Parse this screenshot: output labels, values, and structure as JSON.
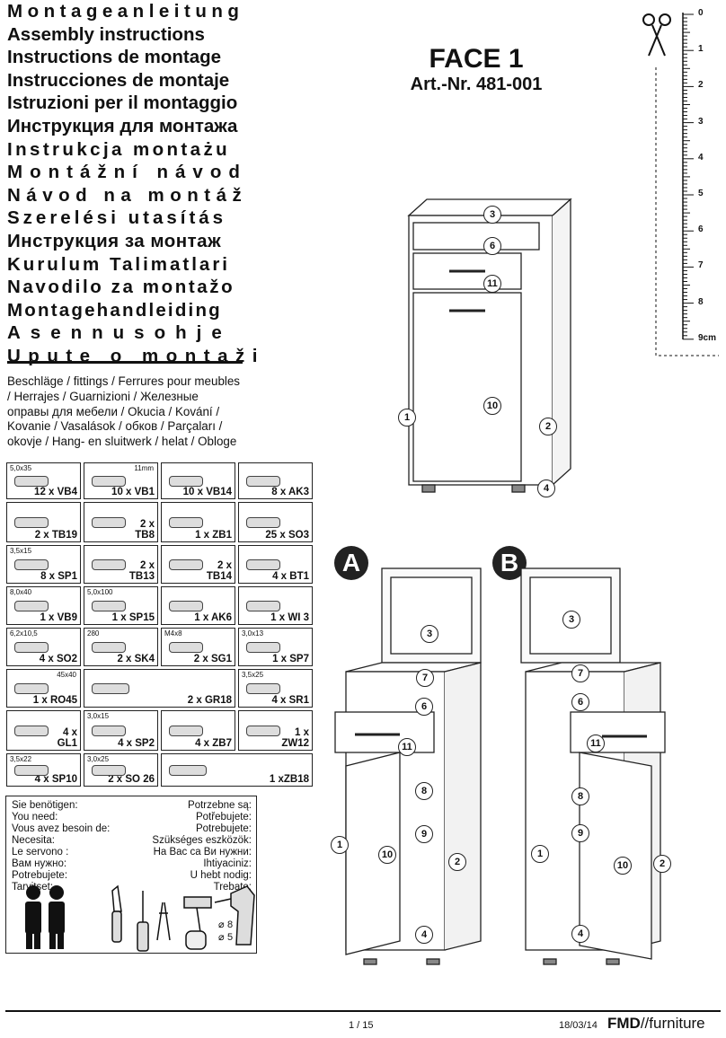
{
  "titles": [
    "Montageanleitung",
    "Assembly instructions",
    "Instructions de montage",
    "Instrucciones de montaje",
    "Istruzioni per il montaggio",
    "Инструкция для монтажа",
    "Instrukcja montażu",
    "Montážní návod",
    "Návod na montáž",
    "Szerelési utasítás",
    "Инструкция за монтаж",
    "Kurulum Talimatlari",
    "Navodilo za montažo",
    "Montagehandleiding",
    "Asennusohje",
    "Upute o montaži"
  ],
  "fittings_text": "Beschläge / fittings / Ferrures pour meubles / Herrajes / Guarnizioni / Железные оправы для мебели / Okucia / Kování / Kovanie / Vasalások / обков / Parçaları / okovje / Hang- en sluitwerk / helat / Obloge",
  "product": {
    "name": "FACE 1",
    "art_nr": "Art.-Nr. 481-001"
  },
  "fittings": [
    {
      "dim": "5,0x35",
      "qty": "12 x VB4"
    },
    {
      "dim": "11mm",
      "qty": "10 x VB1"
    },
    {
      "dim": "",
      "qty": "10 x VB14"
    },
    {
      "dim": "",
      "qty": "8 x AK3"
    },
    {
      "dim": "",
      "qty": "2 x TB19"
    },
    {
      "dim": "",
      "qty": "2 x\nTB8"
    },
    {
      "dim": "",
      "qty": "1 x ZB1"
    },
    {
      "dim": "",
      "qty": "25 x SO3"
    },
    {
      "dim": "3,5x15",
      "qty": "8 x SP1"
    },
    {
      "dim": "",
      "qty": "2 x\nTB13"
    },
    {
      "dim": "",
      "qty": "2 x\nTB14"
    },
    {
      "dim": "",
      "qty": "4 x BT1"
    },
    {
      "dim": "8,0x40",
      "qty": "1 x VB9"
    },
    {
      "dim": "5,0x100",
      "qty": "1 x SP15"
    },
    {
      "dim": "",
      "qty": "1 x AK6"
    },
    {
      "dim": "",
      "qty": "1 x WI 3"
    },
    {
      "dim": "6,2x10,5",
      "qty": "4 x SO2"
    },
    {
      "dim": "280",
      "qty": "2 x SK4"
    },
    {
      "dim": "M4x8",
      "qty": "2 x SG1"
    },
    {
      "dim": "3,0x13",
      "qty": "1 x SP7"
    },
    {
      "dim": "45x40",
      "qty": "1 x RO45"
    },
    {
      "dim": "",
      "qty": "2 x GR18"
    },
    {
      "dim": "3,5x25",
      "qty": "4 x SR1"
    },
    {
      "dim": "",
      "qty": "4 x\nGL1"
    },
    {
      "dim": "3,0x15",
      "qty": "4 x SP2"
    },
    {
      "dim": "",
      "qty": "4 x ZB7"
    },
    {
      "dim": "",
      "qty": "1 x\nZW12"
    },
    {
      "dim": "3,5x22",
      "qty": "4 x SP10"
    },
    {
      "dim": "3,0x25",
      "qty": "2 x SO 26"
    },
    {
      "dim": "",
      "qty": "1 xZB18"
    }
  ],
  "you_need_left": [
    "Sie benötigen:",
    "You need:",
    "Vous avez besoin de:",
    "Necesita:",
    "Le servono :",
    "Вам нужно:",
    "Potrebujete:",
    "Tarvitset:"
  ],
  "you_need_right": [
    "Potrzebne są:",
    "Potřebujete:",
    "Potrebujete:",
    "Szükséges eszközök:",
    "На Вас са Ви нужни:",
    "Ihtiyaciniz:",
    "U hebt nodig:",
    "Trebate:"
  ],
  "drill_sizes": [
    "8",
    "5"
  ],
  "ruler": [
    "0",
    "1",
    "2",
    "3",
    "4",
    "5",
    "6",
    "7",
    "8",
    "9cm"
  ],
  "variants": [
    "A",
    "B"
  ],
  "part_numbers": [
    "1",
    "2",
    "3",
    "4",
    "6",
    "7",
    "8",
    "9",
    "10",
    "11"
  ],
  "footer": {
    "page": "1 / 15",
    "date": "18/03/14",
    "brand_bold": "FMD",
    "brand_rest": "//furniture"
  }
}
